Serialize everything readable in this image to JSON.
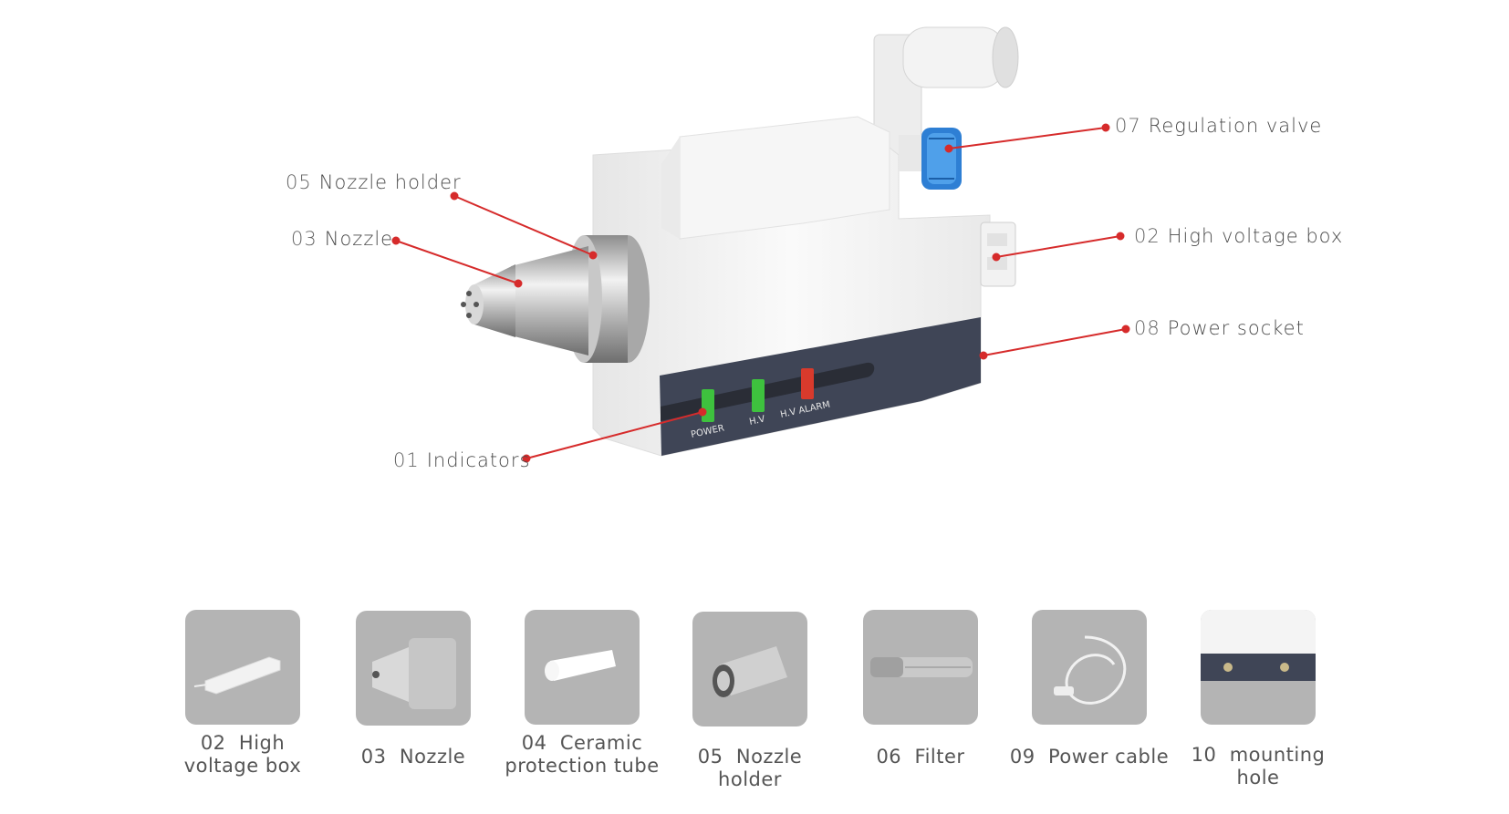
{
  "callouts": [
    {
      "id": "07",
      "name": "Regulation valve"
    },
    {
      "id": "05",
      "name": "Nozzle holder"
    },
    {
      "id": "03",
      "name": "Nozzle"
    },
    {
      "id": "02",
      "name": "High voltage box"
    },
    {
      "id": "08",
      "name": "Power socket"
    },
    {
      "id": "01",
      "name": "Indicators"
    }
  ],
  "indicator_labels": [
    "POWER",
    "H.V",
    "H.V ALARM"
  ],
  "parts": [
    {
      "id": "02",
      "line1": "High",
      "line2": "voltage box"
    },
    {
      "id": "03",
      "line1": "Nozzle",
      "line2": ""
    },
    {
      "id": "04",
      "line1": "Ceramic",
      "line2": "protection tube"
    },
    {
      "id": "05",
      "line1": "Nozzle holder",
      "line2": ""
    },
    {
      "id": "06",
      "line1": "Filter",
      "line2": ""
    },
    {
      "id": "09",
      "line1": "Power cable",
      "line2": ""
    },
    {
      "id": "10",
      "line1": "mounting hole",
      "line2": ""
    }
  ],
  "colors": {
    "leader": "#d62b2b",
    "panel": "#3f4556",
    "led_green": "#3ec23e",
    "led_red": "#d83a2c",
    "valve": "#2e7fd4"
  }
}
